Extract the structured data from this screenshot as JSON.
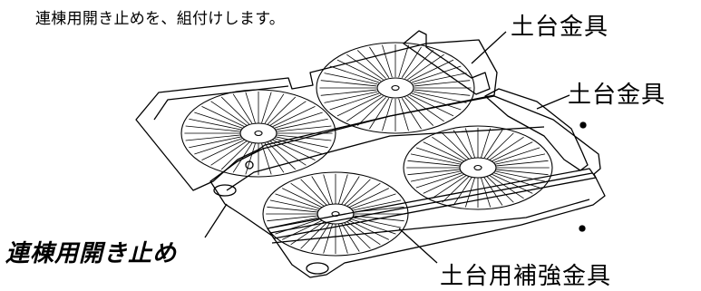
{
  "caption": "連棟用開き止めを、組付けします。",
  "labels": {
    "base_bracket_top": "土台金具",
    "base_bracket_right": "土台金具",
    "link_stopper": "連棟用開き止め",
    "reinforcement_bracket": "土台用補強金具"
  }
}
